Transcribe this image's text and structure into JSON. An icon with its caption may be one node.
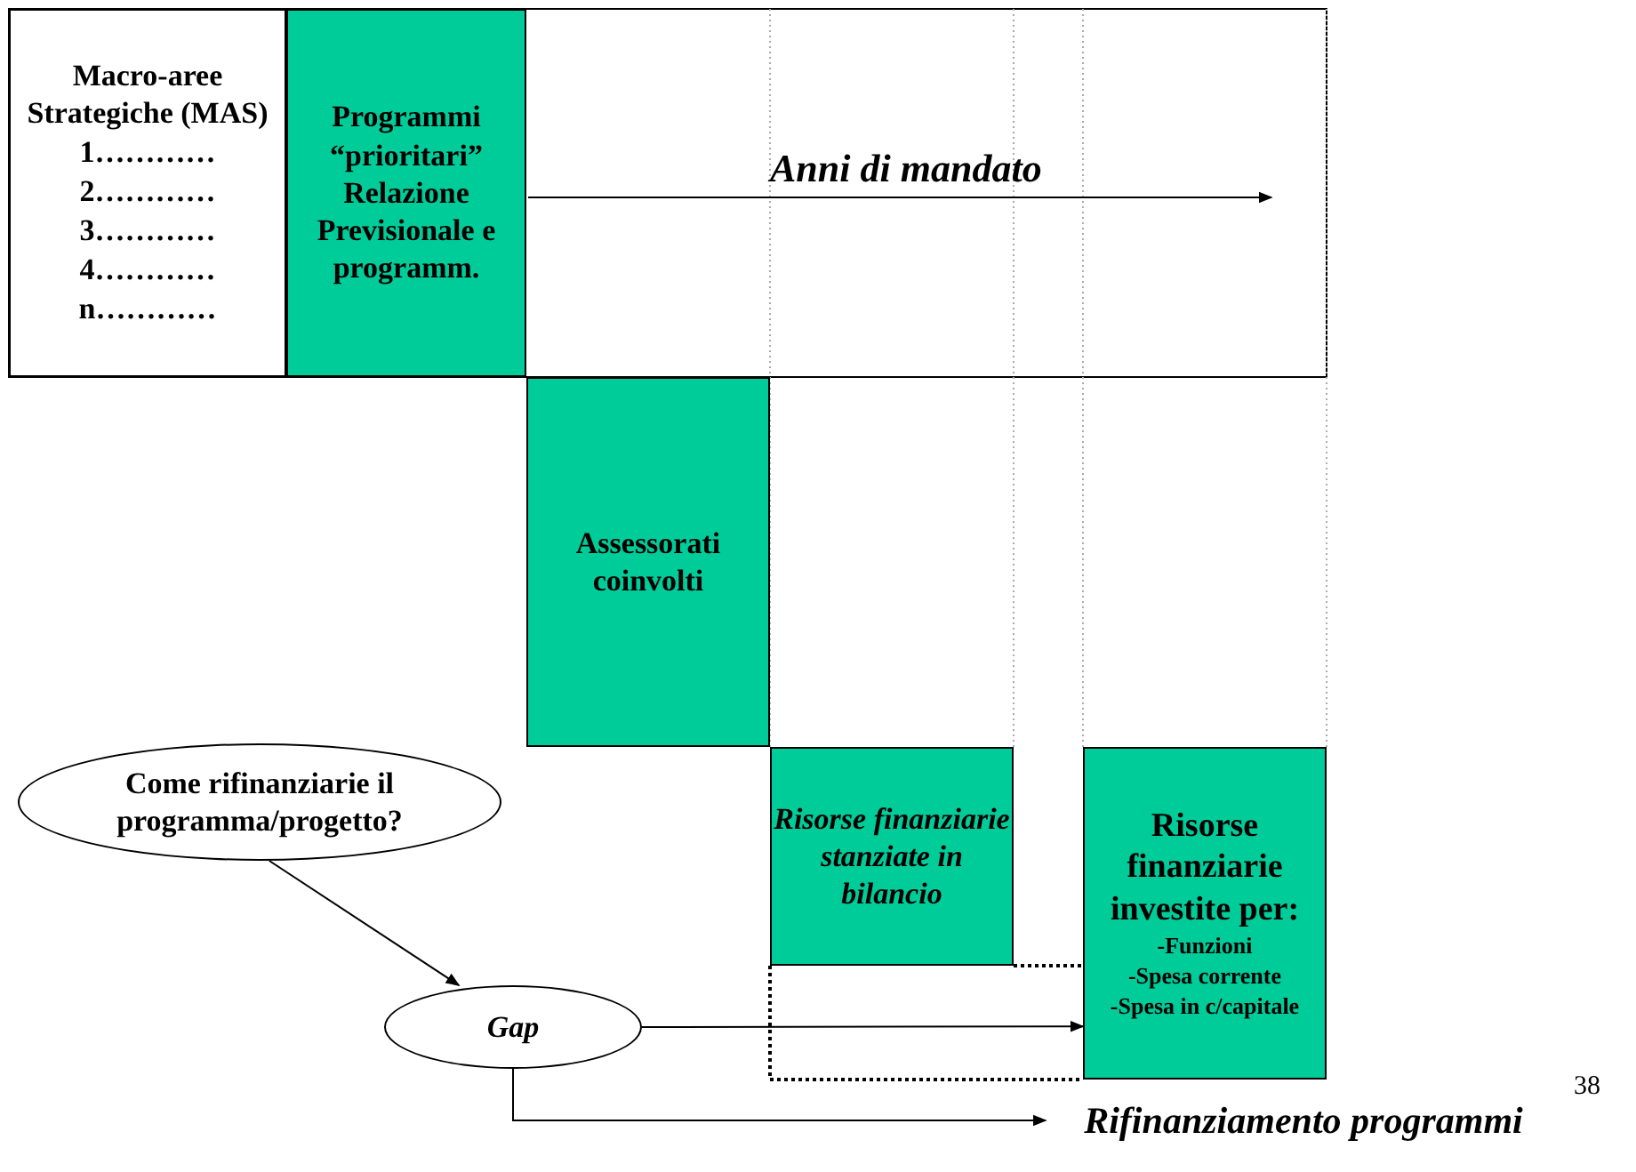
{
  "diagram": {
    "nodes": [
      {
        "text": [
          "Macro-aree Strategiche (MAS)",
          "1…………",
          "2…………",
          "3…………",
          "4…………",
          "n…………"
        ]
      },
      {
        "text": [
          "Programmi “prioritari” Relazione Previsionale e programm."
        ]
      },
      {
        "text": [
          "Assessorati coinvolti"
        ]
      },
      {
        "text": [
          "Risorse finanziarie stanziate in bilancio"
        ]
      },
      {
        "text": [
          "Risorse finanziarie investite per:",
          "-Funzioni",
          "-Spesa corrente",
          "-Spesa in c/capitale"
        ]
      },
      {
        "text": [
          "Come rifinanziarie il programma/progetto?"
        ]
      },
      {
        "text": [
          "Gap"
        ]
      },
      {
        "text": [
          "Rifinanziamento programmi"
        ]
      }
    ],
    "edges": [
      {
        "from": 5,
        "to": 6,
        "arrow": "to"
      },
      {
        "from": 6,
        "to": 4,
        "arrow": "to"
      },
      {
        "from": 6,
        "to": 7,
        "arrow": "to"
      },
      {
        "from": 3,
        "to": 4,
        "arrow": "none",
        "style": "dashed"
      },
      {
        "from": 3,
        "to": 4,
        "arrow": "none",
        "style": "dashed"
      }
    ],
    "labels": [
      "Anni di mandato",
      "38"
    ]
  }
}
